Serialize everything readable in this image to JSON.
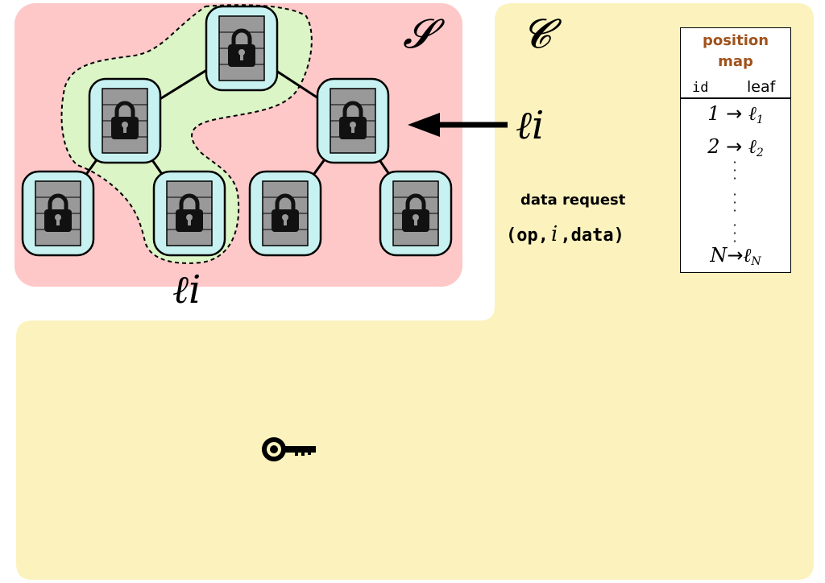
{
  "server": {
    "label": "𝓢",
    "bg_color": "#fec8c8"
  },
  "client": {
    "label": "𝓒",
    "bg_color": "#fcf2bd"
  },
  "tree": {
    "highlight_color": "#dbf5c6",
    "node_fill": "#c8f2f2",
    "bucket_fill": "#999999",
    "path_label": "ℓi"
  },
  "arrow": {
    "label": "ℓi"
  },
  "request": {
    "title": "data request",
    "op": "op",
    "i": "i",
    "data": "data"
  },
  "position_map": {
    "title_line1": "position",
    "title_line2": "map",
    "title_color": "#a0521c",
    "col_id": "id",
    "col_leaf": "leaf",
    "rows": [
      {
        "id": "1",
        "leaf": "ℓ",
        "sub": "1"
      },
      {
        "id": "2",
        "leaf": "ℓ",
        "sub": "2"
      },
      {
        "id": "N",
        "leaf": "ℓ",
        "sub": "N"
      }
    ],
    "arrow": "→"
  },
  "key_icon": "key-icon"
}
